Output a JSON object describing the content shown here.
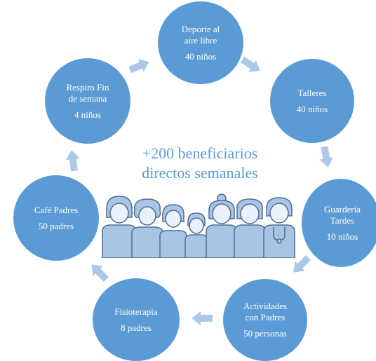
{
  "colors": {
    "circle": "#5b9bd5",
    "arrow": "#abc8e8",
    "center_text": "#5b9bd5",
    "people_fill": "#a9c5e5",
    "people_stroke": "#4f6d93",
    "people_face": "#e9f1fb"
  },
  "center": {
    "line1": "+200 beneficiarios",
    "line2": "directos semanales"
  },
  "illustration": {
    "icon": "group-of-people-illustration",
    "figures": 7
  },
  "nodes": [
    {
      "id": "deporte",
      "title_line1": "Deporte al",
      "title_line2": "aire libre",
      "count": "40 niños"
    },
    {
      "id": "talleres",
      "title_line1": "Talleres",
      "title_line2": "",
      "count": "40 niños"
    },
    {
      "id": "guarderia",
      "title_line1": "Guardería",
      "title_line2": "Tardes",
      "count": "10 niños"
    },
    {
      "id": "actividades",
      "title_line1": "Actividades",
      "title_line2": "con Padres",
      "count": "50 personas"
    },
    {
      "id": "fisioterapia",
      "title_line1": "Fisioterapia",
      "title_line2": "",
      "count": "8 padres"
    },
    {
      "id": "cafe",
      "title_line1": "Café Padres",
      "title_line2": "",
      "count": "50 padres"
    },
    {
      "id": "respiro",
      "title_line1": "Respiro Fin",
      "title_line2": "de semana",
      "count": "4 niños"
    }
  ]
}
